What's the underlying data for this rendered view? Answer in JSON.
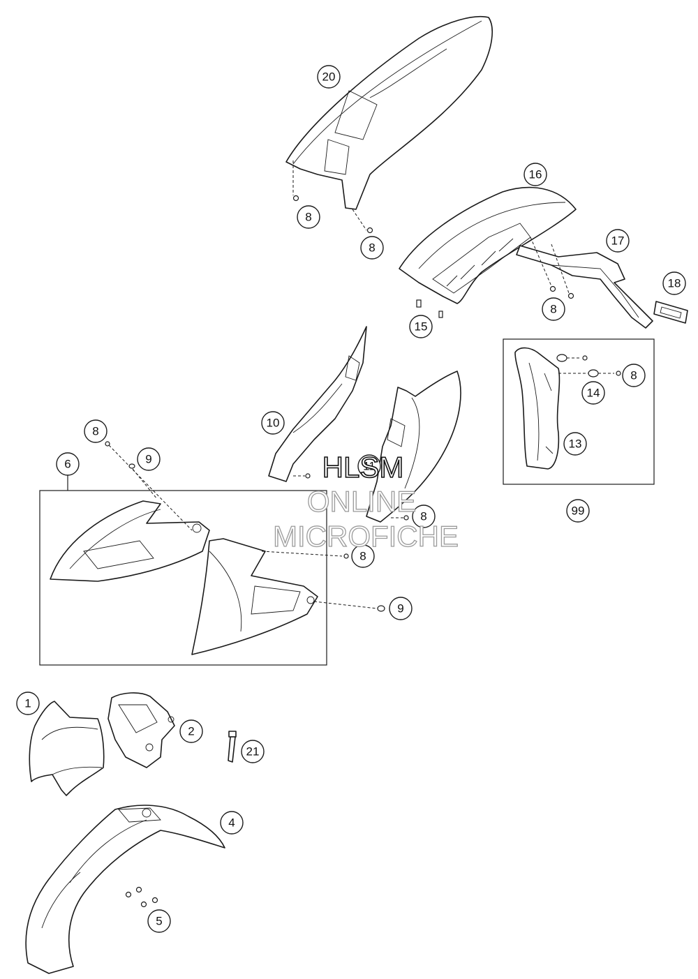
{
  "diagram": {
    "callouts": [
      {
        "id": "callout-20",
        "label": "20"
      },
      {
        "id": "callout-8a",
        "label": "8"
      },
      {
        "id": "callout-8b",
        "label": "8"
      },
      {
        "id": "callout-16",
        "label": "16"
      },
      {
        "id": "callout-17",
        "label": "17"
      },
      {
        "id": "callout-18",
        "label": "18"
      },
      {
        "id": "callout-8c",
        "label": "8"
      },
      {
        "id": "callout-15",
        "label": "15"
      },
      {
        "id": "callout-8d",
        "label": "8"
      },
      {
        "id": "callout-14",
        "label": "14"
      },
      {
        "id": "callout-13",
        "label": "13"
      },
      {
        "id": "callout-99",
        "label": "99"
      },
      {
        "id": "callout-10",
        "label": "10"
      },
      {
        "id": "callout-11",
        "label": "11"
      },
      {
        "id": "callout-8e",
        "label": "8"
      },
      {
        "id": "callout-9a",
        "label": "9"
      },
      {
        "id": "callout-6",
        "label": "6"
      },
      {
        "id": "callout-8f",
        "label": "8"
      },
      {
        "id": "callout-8g",
        "label": "8"
      },
      {
        "id": "callout-9b",
        "label": "9"
      },
      {
        "id": "callout-1",
        "label": "1"
      },
      {
        "id": "callout-2",
        "label": "2"
      },
      {
        "id": "callout-21",
        "label": "21"
      },
      {
        "id": "callout-4",
        "label": "4"
      },
      {
        "id": "callout-5",
        "label": "5"
      }
    ]
  },
  "watermark": {
    "line1": "HLSM",
    "line2": "ONLINE",
    "line3": "MICROFICHE"
  }
}
